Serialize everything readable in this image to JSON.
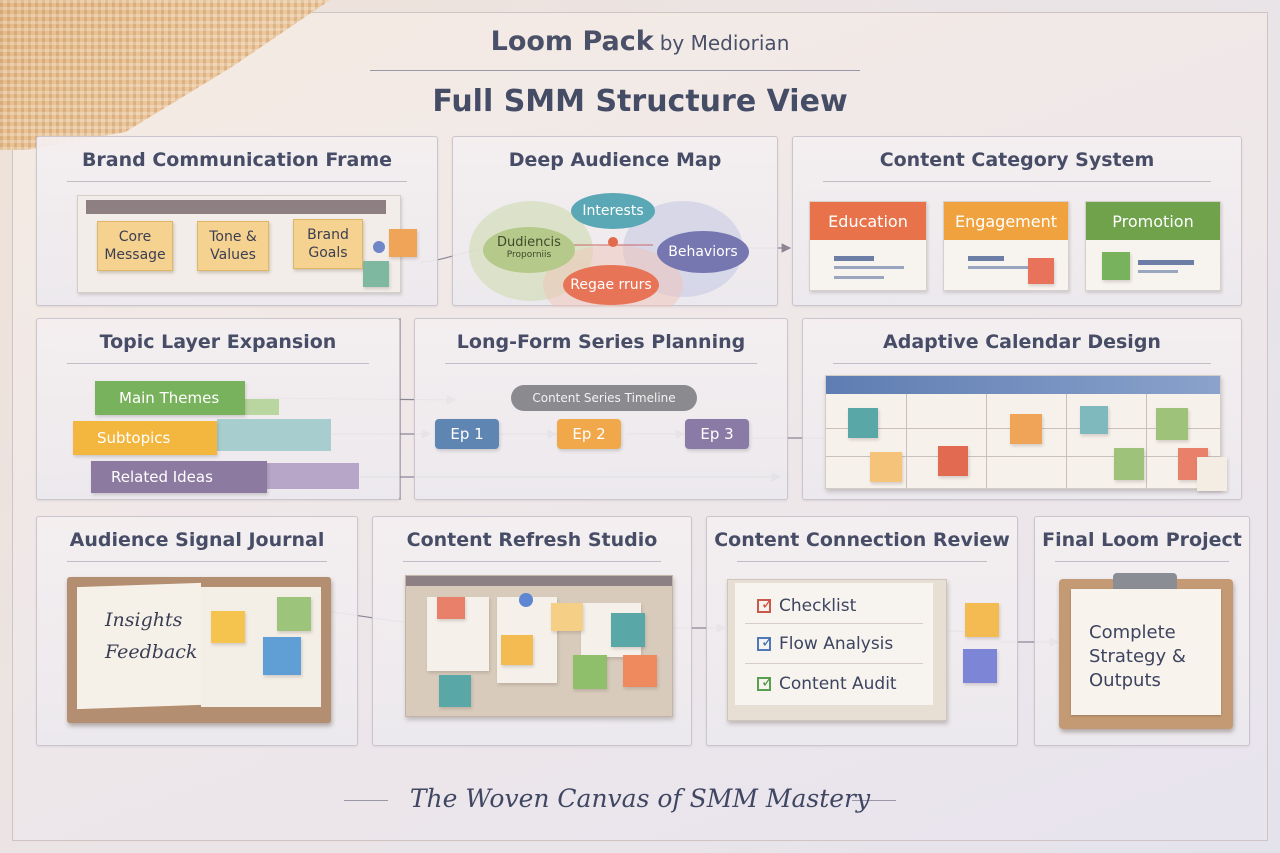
{
  "header": {
    "brand": "Loom Pack",
    "byline": "by Mediorian",
    "title": "Full SMM Structure View"
  },
  "panels": {
    "brand_frame": {
      "title": "Brand Communication Frame",
      "notes": [
        "Core\nMessage",
        "Tone &\nValues",
        "Brand\nGoals"
      ]
    },
    "audience_map": {
      "title": "Deep Audience Map",
      "bubbles": {
        "interests": "Interests",
        "audiences": "Dudiencis",
        "audiences_sub": "Proporniis",
        "behaviors": "Behaviors",
        "regions": "Regae rrurs"
      }
    },
    "category_system": {
      "title": "Content Category System",
      "categories": [
        {
          "label": "Education",
          "color": "#e8734a"
        },
        {
          "label": "Engagement",
          "color": "#f0a23e"
        },
        {
          "label": "Promotion",
          "color": "#6fa24a"
        }
      ]
    },
    "topic_layer": {
      "title": "Topic Layer Expansion",
      "layers": [
        {
          "label": "Main Themes",
          "color": "#79b25c"
        },
        {
          "label": "Subtopics",
          "color": "#f3b63f"
        },
        {
          "label": "Related Ideas",
          "color": "#8d7aa0"
        }
      ]
    },
    "series_planning": {
      "title": "Long-Form Series Planning",
      "timeline_label": "Content Series Timeline",
      "episodes": [
        {
          "label": "Ep 1",
          "color": "#5f86b2"
        },
        {
          "label": "Ep 2",
          "color": "#f0a84a"
        },
        {
          "label": "Ep 3",
          "color": "#8a7aa6"
        }
      ]
    },
    "calendar": {
      "title": "Adaptive Calendar Design"
    },
    "signal_journal": {
      "title": "Audience Signal Journal",
      "lines": [
        "Insights",
        "Feedback"
      ]
    },
    "refresh_studio": {
      "title": "Content Refresh Studio"
    },
    "connection_review": {
      "title": "Content Connection Review",
      "items": [
        {
          "label": "Checklist",
          "mark_color": "#d44a3a"
        },
        {
          "label": "Flow Analysis",
          "mark_color": "#3f6fb5"
        },
        {
          "label": "Content Audit",
          "mark_color": "#4e9a44"
        }
      ]
    },
    "final_project": {
      "title": "Final Loom Project",
      "text": "Complete\nStrategy &\nOutputs"
    }
  },
  "footer": {
    "tagline": "The Woven Canvas of SMM Mastery"
  },
  "colors": {
    "text": "#474d66",
    "orange": "#e8734a",
    "yellow": "#f3b63f",
    "green": "#79b25c",
    "teal": "#5aa7a8",
    "blue": "#6f86c7",
    "purple": "#8d7aa0",
    "red": "#e26a50"
  }
}
